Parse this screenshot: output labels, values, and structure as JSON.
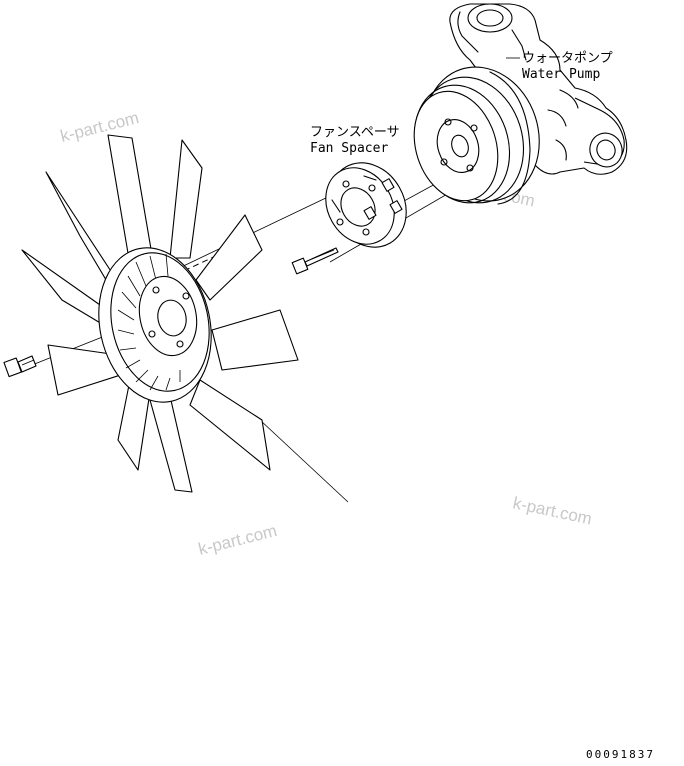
{
  "labels": {
    "water_pump_jp": "ウォータポンプ",
    "water_pump_en": "Water Pump",
    "fan_spacer_jp": "ファンスペーサ",
    "fan_spacer_en": "Fan Spacer"
  },
  "watermarks": [
    "k-part.com",
    "k-part.com",
    "k-part.com",
    "k-part.com"
  ],
  "drawing_number": "00091837"
}
